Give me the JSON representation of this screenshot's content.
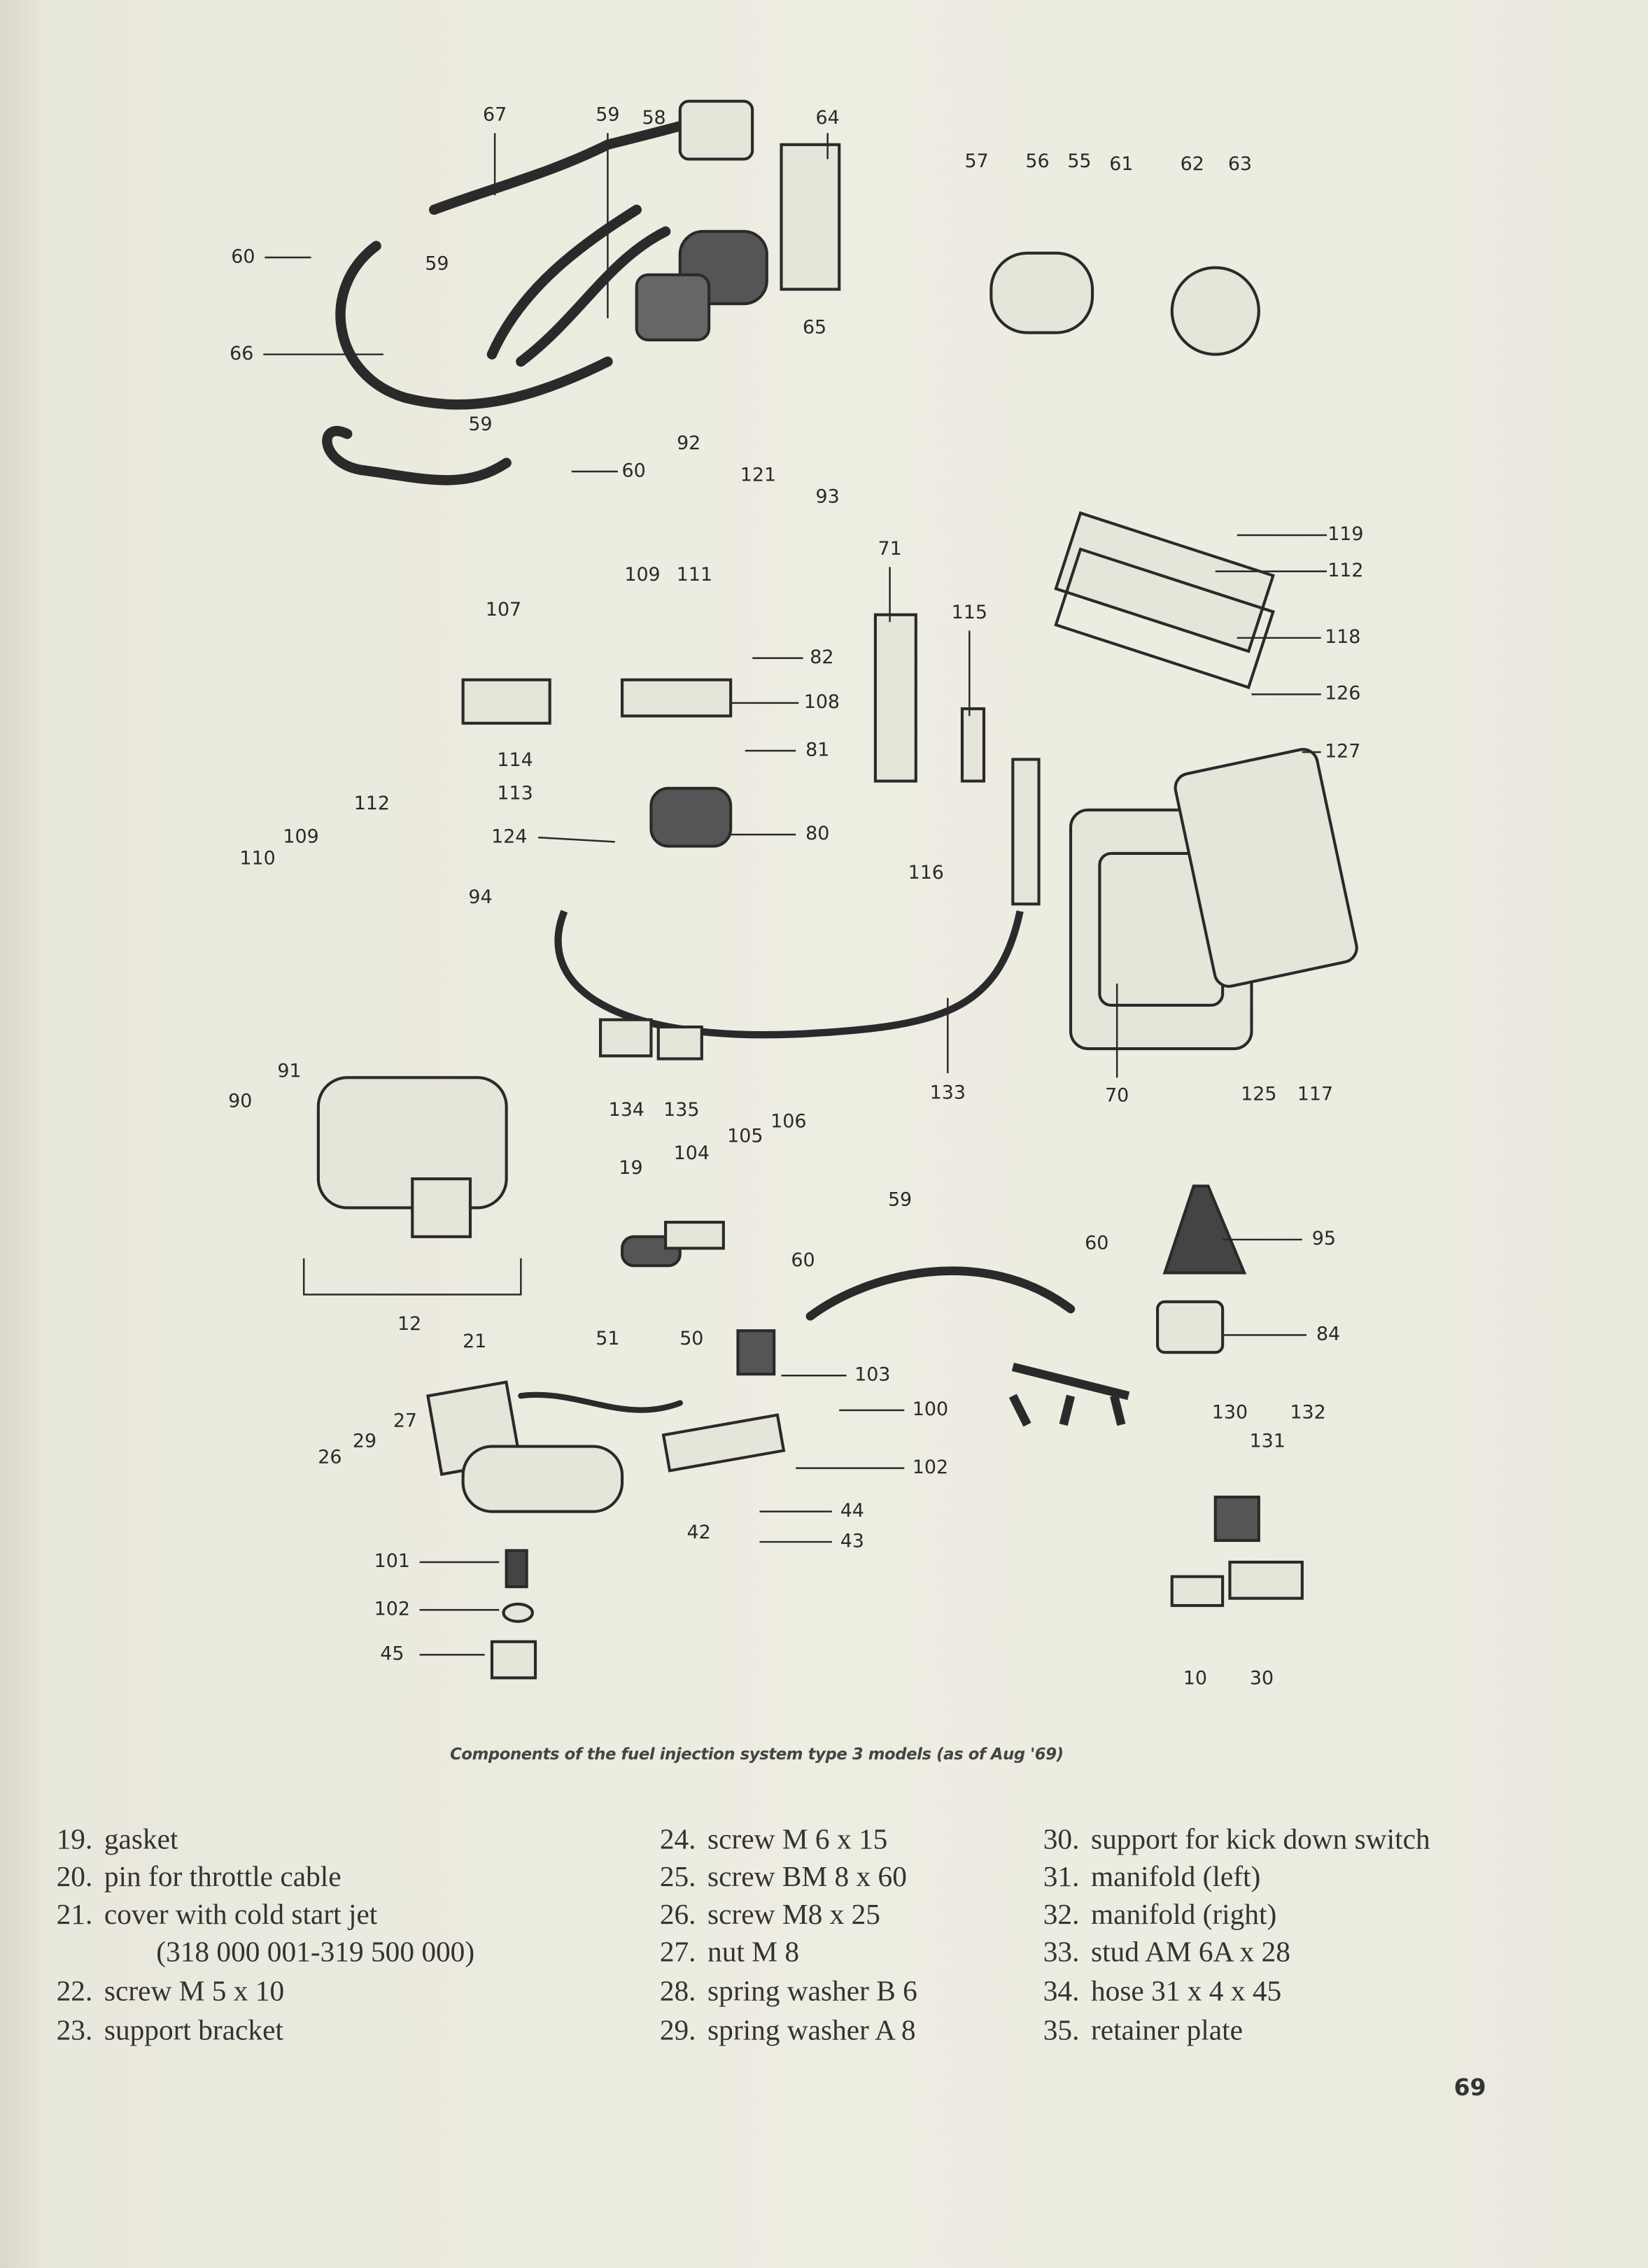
{
  "callouts": [
    "67",
    "59",
    "58",
    "64",
    "57",
    "56",
    "55",
    "61",
    "62",
    "63",
    "60",
    "59",
    "66",
    "59",
    "60",
    "92",
    "121",
    "93",
    "65",
    "119",
    "112",
    "71",
    "109",
    "111",
    "107",
    "115",
    "82",
    "118",
    "108",
    "126",
    "81",
    "127",
    "114",
    "113",
    "112",
    "124",
    "80",
    "110",
    "109",
    "116",
    "94",
    "90",
    "91",
    "134",
    "135",
    "133",
    "70",
    "125",
    "117",
    "105",
    "106",
    "104",
    "19",
    "59",
    "60",
    "60",
    "95",
    "12",
    "84",
    "21",
    "51",
    "50",
    "103",
    "100",
    "130",
    "132",
    "131",
    "27",
    "29",
    "26",
    "102",
    "44",
    "42",
    "43",
    "101",
    "102",
    "45",
    "10",
    "30"
  ],
  "caption": "Components of the fuel injection system type 3 models  (as of  Aug '69)",
  "parts_list": [
    {
      "num": "19.",
      "text": "gasket"
    },
    {
      "num": "20.",
      "text": "pin for throttle cable"
    },
    {
      "num": "21.",
      "text": "cover with cold start jet"
    },
    {
      "num": "",
      "text": "(318 000 001-319 500 000)"
    },
    {
      "num": "22.",
      "text": "screw M 5 x 10"
    },
    {
      "num": "23.",
      "text": "support bracket"
    },
    {
      "num": "24.",
      "text": "screw M 6 x 15"
    },
    {
      "num": "25.",
      "text": "screw BM 8 x 60"
    },
    {
      "num": "26.",
      "text": "screw M8 x 25"
    },
    {
      "num": "27.",
      "text": "nut M 8"
    },
    {
      "num": "28.",
      "text": "spring washer B 6"
    },
    {
      "num": "29.",
      "text": "spring washer A 8"
    },
    {
      "num": "30.",
      "text": "support for kick down switch"
    },
    {
      "num": "31.",
      "text": "manifold (left)"
    },
    {
      "num": "32.",
      "text": "manifold (right)"
    },
    {
      "num": "33.",
      "text": "stud AM 6A x 28"
    },
    {
      "num": "34.",
      "text": "hose 31 x 4 x 45"
    },
    {
      "num": "35.",
      "text": "retainer plate"
    }
  ],
  "page_number": "69"
}
